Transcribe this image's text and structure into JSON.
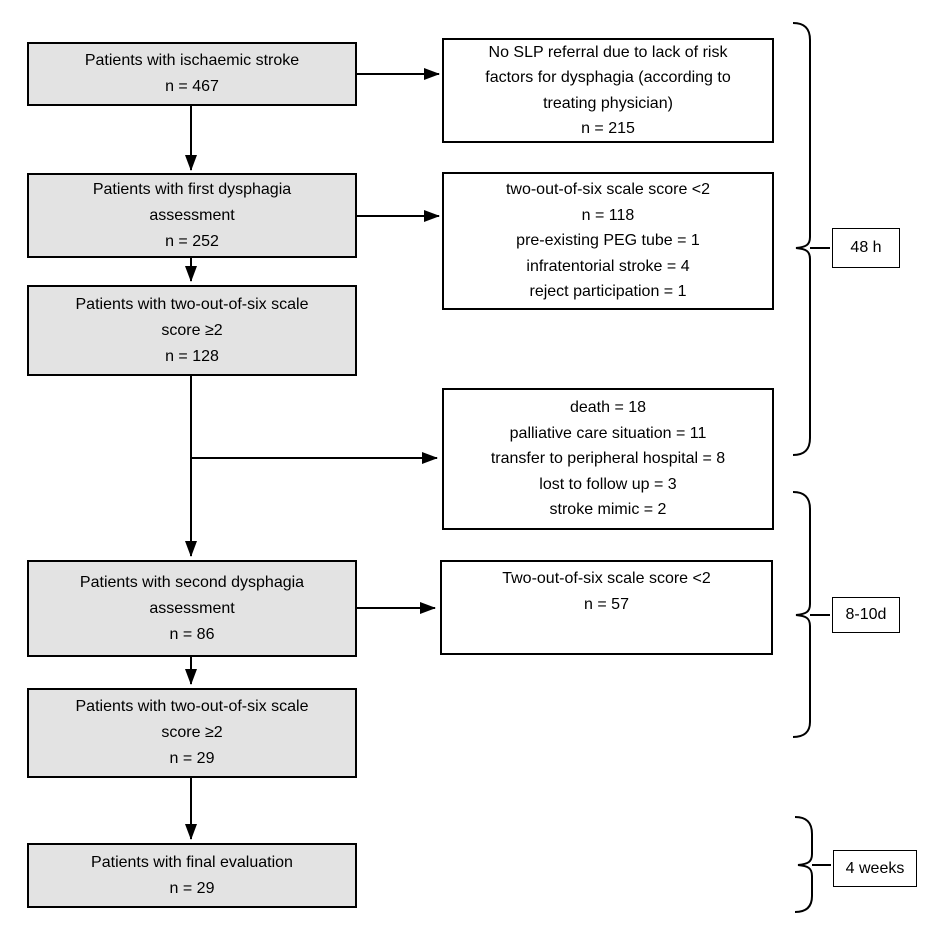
{
  "flow": {
    "main_boxes": [
      {
        "lines": [
          "Patients with ischaemic stroke",
          "n = 467"
        ]
      },
      {
        "lines": [
          "Patients with first dysphagia",
          "assessment",
          "n = 252"
        ]
      },
      {
        "lines": [
          "Patients with two-out-of-six scale",
          "score ≥2",
          "n = 128"
        ]
      },
      {
        "lines": [
          "Patients with second dysphagia",
          "assessment",
          "n = 86"
        ]
      },
      {
        "lines": [
          "Patients with two-out-of-six scale",
          "score ≥2",
          "n = 29"
        ]
      },
      {
        "lines": [
          "Patients with final evaluation",
          "n = 29"
        ]
      }
    ],
    "side_boxes": [
      {
        "lines": [
          "No SLP referral due to lack of risk",
          "factors for dysphagia (according to",
          "treating physician)",
          "n = 215"
        ]
      },
      {
        "lines": [
          "two-out-of-six scale score <2",
          "n = 118",
          "pre-existing PEG tube = 1",
          "infratentorial stroke = 4",
          "reject participation = 1"
        ]
      },
      {
        "lines": [
          "death = 18",
          "palliative care situation = 11",
          "transfer to peripheral hospital = 8",
          "lost to follow up = 3",
          "stroke mimic = 2"
        ]
      },
      {
        "lines": [
          "Two-out-of-six scale score <2",
          "n = 57"
        ]
      }
    ],
    "time_labels": [
      "48 h",
      "8-10d",
      "4 weeks"
    ],
    "colors": {
      "main_box_fill": "#e3e3e3",
      "side_box_fill": "#ffffff",
      "border": "#000000",
      "line": "#000000"
    }
  }
}
